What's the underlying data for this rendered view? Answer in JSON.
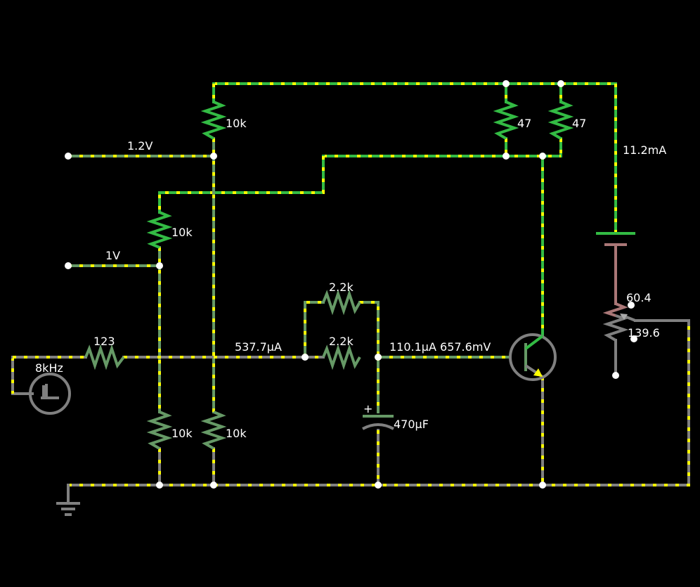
{
  "colors": {
    "background": "#000000",
    "wire_hot": "#33bb44",
    "wire_mid": "#669966",
    "wire_idle": "#808080",
    "current_dots": "#ffff00",
    "battery_neg": "#aa7777",
    "text": "#ffffff"
  },
  "labels": {
    "r_top": "10k",
    "v_1_2": "1.2V",
    "r_mid_left": "10k",
    "v_1": "1V",
    "r_series": "123",
    "source_freq": "8kHz",
    "current_left": "537.7µA",
    "r_para_top": "2.2k",
    "r_para_bottom": "2.2k",
    "base_readout": "110.1µA 657.6mV",
    "r_47_a": "47",
    "r_47_b": "47",
    "supply_current": "11.2mA",
    "pot_top": "60.4",
    "pot_bottom": "139.6",
    "r_bottom_left": "10k",
    "r_bottom_right": "10k",
    "capacitor": "470µF",
    "cap_polarity": "+"
  },
  "icons": {
    "source": "square-wave-source-icon",
    "transistor": "npn-transistor-icon",
    "ground": "ground-icon",
    "battery": "battery-icon",
    "potentiometer": "potentiometer-icon",
    "capacitor": "polarized-capacitor-icon"
  }
}
